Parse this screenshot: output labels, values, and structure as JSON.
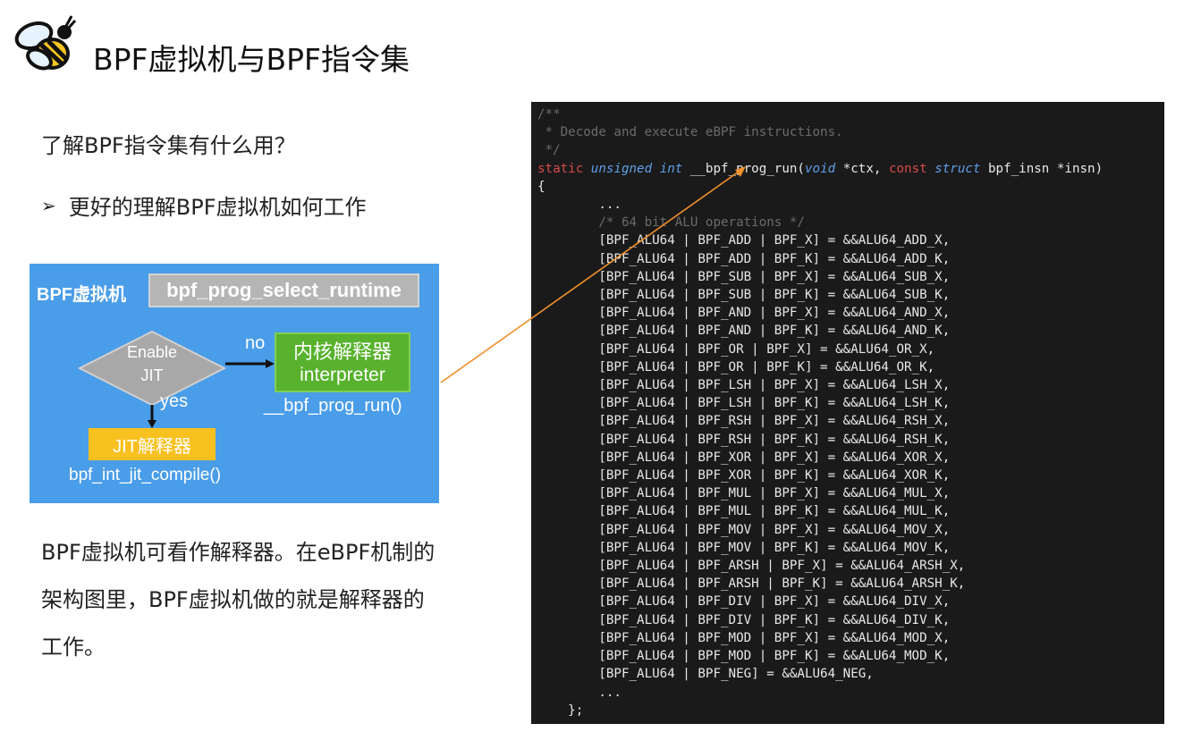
{
  "header": {
    "logo_icon": "bee-icon",
    "title": "BPF虚拟机与BPF指令集"
  },
  "intro": {
    "question": "了解BPF指令集有什么用？",
    "bullet_icon": "arrow-bullet-icon",
    "bullet_text": "更好的理解BPF虚拟机如何工作"
  },
  "diagram": {
    "background_color": "#4a9de8",
    "label": "BPF虚拟机",
    "runtime_box": "bpf_prog_select_runtime",
    "decision_line1": "Enable",
    "decision_line2": "JIT",
    "no_label": "no",
    "interpreter_line1": "内核解释器",
    "interpreter_line2": "interpreter",
    "interpreter_func": "__bpf_prog_run()",
    "yes_label": "yes",
    "jit_box": "JIT解释器",
    "jit_func": "bpf_int_jit_compile()"
  },
  "description": "BPF虚拟机可看作解释器。在eBPF机制的架构图里，BPF虚拟机做的就是解释器的工作。",
  "code": {
    "comment_open": "/**",
    "comment_body": " * Decode and execute eBPF instructions.",
    "comment_close": " */",
    "sig_static": "static",
    "sig_unsigned": "unsigned",
    "sig_int": "int",
    "sig_name": " __bpf_prog_run(",
    "sig_void": "void",
    "sig_ctx": " *ctx, ",
    "sig_const": "const",
    "sig_struct": "struct",
    "sig_rest": " bpf_insn *insn)",
    "brace_open": "{",
    "ellipsis_top": "        ...",
    "alu_comment": "        /* 64 bit ALU operations */",
    "lines": [
      "        [BPF_ALU64 | BPF_ADD | BPF_X] = &&ALU64_ADD_X,",
      "        [BPF_ALU64 | BPF_ADD | BPF_K] = &&ALU64_ADD_K,",
      "        [BPF_ALU64 | BPF_SUB | BPF_X] = &&ALU64_SUB_X,",
      "        [BPF_ALU64 | BPF_SUB | BPF_K] = &&ALU64_SUB_K,",
      "        [BPF_ALU64 | BPF_AND | BPF_X] = &&ALU64_AND_X,",
      "        [BPF_ALU64 | BPF_AND | BPF_K] = &&ALU64_AND_K,",
      "        [BPF_ALU64 | BPF_OR | BPF_X] = &&ALU64_OR_X,",
      "        [BPF_ALU64 | BPF_OR | BPF_K] = &&ALU64_OR_K,",
      "        [BPF_ALU64 | BPF_LSH | BPF_X] = &&ALU64_LSH_X,",
      "        [BPF_ALU64 | BPF_LSH | BPF_K] = &&ALU64_LSH_K,",
      "        [BPF_ALU64 | BPF_RSH | BPF_X] = &&ALU64_RSH_X,",
      "        [BPF_ALU64 | BPF_RSH | BPF_K] = &&ALU64_RSH_K,",
      "        [BPF_ALU64 | BPF_XOR | BPF_X] = &&ALU64_XOR_X,",
      "        [BPF_ALU64 | BPF_XOR | BPF_K] = &&ALU64_XOR_K,",
      "        [BPF_ALU64 | BPF_MUL | BPF_X] = &&ALU64_MUL_X,",
      "        [BPF_ALU64 | BPF_MUL | BPF_K] = &&ALU64_MUL_K,",
      "        [BPF_ALU64 | BPF_MOV | BPF_X] = &&ALU64_MOV_X,",
      "        [BPF_ALU64 | BPF_MOV | BPF_K] = &&ALU64_MOV_K,",
      "        [BPF_ALU64 | BPF_ARSH | BPF_X] = &&ALU64_ARSH_X,",
      "        [BPF_ALU64 | BPF_ARSH | BPF_K] = &&ALU64_ARSH_K,",
      "        [BPF_ALU64 | BPF_DIV | BPF_X] = &&ALU64_DIV_X,",
      "        [BPF_ALU64 | BPF_DIV | BPF_K] = &&ALU64_DIV_K,",
      "        [BPF_ALU64 | BPF_MOD | BPF_X] = &&ALU64_MOD_X,",
      "        [BPF_ALU64 | BPF_MOD | BPF_K] = &&ALU64_MOD_K,",
      "        [BPF_ALU64 | BPF_NEG] = &&ALU64_NEG,"
    ],
    "ellipsis_bottom": "        ...",
    "brace_close": "    };"
  },
  "colors": {
    "connector": "#f0902a",
    "interpreter_box": "#58b22e",
    "jit_box": "#f9c11f",
    "runtime_box": "#b5b5b5"
  }
}
